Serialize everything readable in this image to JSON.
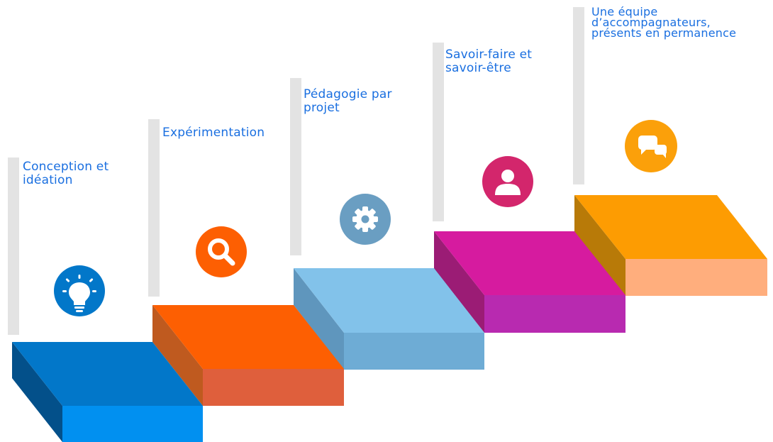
{
  "steps": [
    {
      "label_lines": [
        "Conception et",
        "idéation"
      ],
      "icon": "lightbulb-icon",
      "colors": {
        "top": "#0277c9",
        "front": "#0190f0",
        "side": "#03508a",
        "icon_bg": "#0277c9"
      }
    },
    {
      "label_lines": [
        "Expérimentation"
      ],
      "icon": "magnifier-icon",
      "colors": {
        "top": "#fd5f02",
        "front": "#df5f3c",
        "side": "#bf5a1f",
        "icon_bg": "#fd5f02"
      }
    },
    {
      "label_lines": [
        "Pédagogie par",
        "projet"
      ],
      "icon": "gear-icon",
      "colors": {
        "top": "#82c2ea",
        "front": "#6eacd5",
        "side": "#5f96bd",
        "icon_bg": "#6a9ec2"
      }
    },
    {
      "label_lines": [
        "Savoir-faire et",
        "savoir-être"
      ],
      "icon": "person-icon",
      "colors": {
        "top": "#d61b9f",
        "front": "#b82ab0",
        "side": "#9b1c75",
        "icon_bg": "#d3266c"
      }
    },
    {
      "label_lines": [
        "Une équipe",
        "d’accompagnateurs,",
        "présents en permanence"
      ],
      "icon": "chat-bubbles-icon",
      "colors": {
        "top": "#fd9c02",
        "front": "#ffae7d",
        "side": "#b87a08",
        "icon_bg": "#fba00a"
      }
    }
  ],
  "marker_bar_color": "#e3e3e3"
}
